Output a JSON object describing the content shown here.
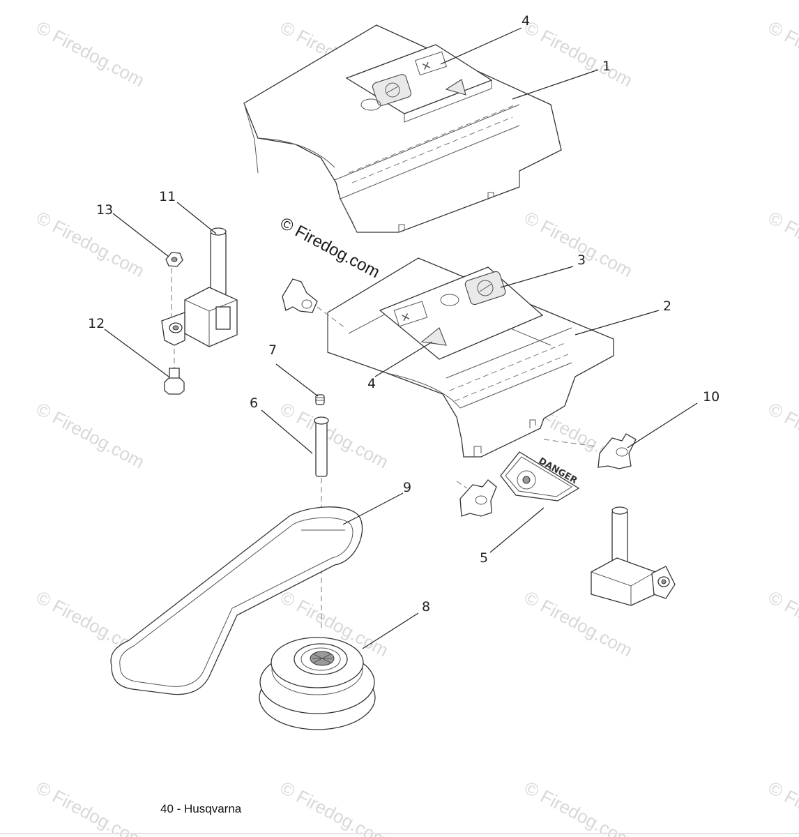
{
  "diagram": {
    "callouts": [
      {
        "id": "1",
        "label": "1"
      },
      {
        "id": "2",
        "label": "2"
      },
      {
        "id": "3",
        "label": "3"
      },
      {
        "id": "4a",
        "label": "4"
      },
      {
        "id": "4b",
        "label": "4"
      },
      {
        "id": "5",
        "label": "5"
      },
      {
        "id": "6",
        "label": "6"
      },
      {
        "id": "7",
        "label": "7"
      },
      {
        "id": "8",
        "label": "8"
      },
      {
        "id": "9",
        "label": "9"
      },
      {
        "id": "10",
        "label": "10"
      },
      {
        "id": "11",
        "label": "11"
      },
      {
        "id": "12",
        "label": "12"
      },
      {
        "id": "13",
        "label": "13"
      }
    ],
    "center_watermark": "© Firedog.com",
    "decal_text": "DANGER",
    "watermark_text": "© Firedog.com"
  },
  "footer": {
    "page_label": "40 - Husqvarna"
  },
  "colors": {
    "line": "#333333",
    "watermark": "#d8d8d8",
    "background": "#ffffff"
  }
}
